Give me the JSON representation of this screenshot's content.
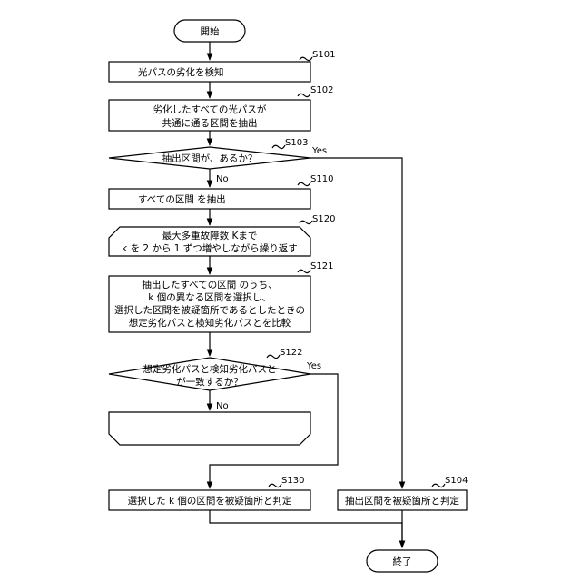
{
  "start": {
    "text": "開始"
  },
  "end": {
    "text": "終了"
  },
  "steps": {
    "s101": {
      "label": "S101",
      "text": "光パスの劣化を検知"
    },
    "s102": {
      "label": "S102",
      "lines": [
        "劣化したすべての光パスが",
        "共通に通る区間を抽出"
      ]
    },
    "s103": {
      "label": "S103",
      "text": "抽出区間が、あるか？",
      "yes": "Yes",
      "no": "No"
    },
    "s110": {
      "label": "S110",
      "text": "すべての区間 を抽出"
    },
    "s120": {
      "label": "S120",
      "lines": [
        "最大多重故障数 Kまで",
        "k を 2 から 1 ずつ増やしながら繰り返す"
      ]
    },
    "s121": {
      "label": "S121",
      "lines": [
        "抽出したすべての区間 のうち、",
        "k 個の異なる区間を選択し、",
        "選択した区間を被疑箇所であるとしたときの",
        "想定劣化パスと検知劣化パスとを比較"
      ]
    },
    "s122": {
      "label": "S122",
      "lines": [
        "想定劣化パスと検知劣化パスと",
        "が一致するか？"
      ],
      "yes": "Yes",
      "no": "No"
    },
    "s130": {
      "label": "S130",
      "text": "選択した k 個の区間を被疑箇所と判定"
    },
    "s104": {
      "label": "S104",
      "text": "抽出区間を被疑箇所と判定"
    }
  }
}
